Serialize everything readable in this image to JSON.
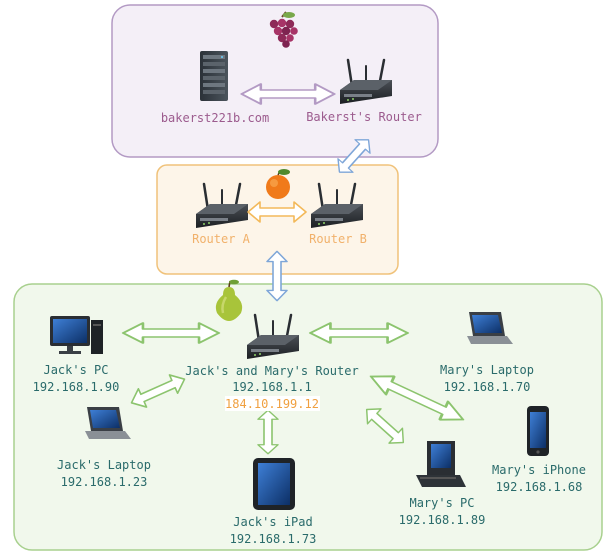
{
  "colors": {
    "isp_zone_fill": "#f4eff7",
    "isp_zone_stroke": "#b39ac4",
    "isp_text": "#9c5b8e",
    "transit_zone_fill": "#fdf5e9",
    "transit_zone_stroke": "#f0c27a",
    "transit_text": "#f1b16b",
    "home_zone_fill": "#f1f8ec",
    "home_zone_stroke": "#a8d08e",
    "home_text": "#2a6b6b",
    "public_ip_text": "#f0a040",
    "arrow_purple": "#b39ac4",
    "arrow_orange": "#f3b95a",
    "arrow_blue": "#7ea6d8",
    "arrow_green": "#8cc46e"
  },
  "zones": {
    "isp": {
      "icon": "grapes-icon",
      "server_label": "bakerst221b.com",
      "router_label": "Bakerst's Router"
    },
    "transit": {
      "icon": "orange-icon",
      "router_a_label": "Router A",
      "router_b_label": "Router B"
    },
    "home": {
      "icon": "pear-icon",
      "router": {
        "name": "Jack's and Mary's Router",
        "private_ip": "192.168.1.1",
        "public_ip": "184.10.199.12"
      },
      "devices": {
        "jacks_pc": {
          "name": "Jack's PC",
          "ip": "192.168.1.90",
          "icon": "desktop-pc-icon"
        },
        "jacks_laptop": {
          "name": "Jack's Laptop",
          "ip": "192.168.1.23",
          "icon": "laptop-icon"
        },
        "jacks_ipad": {
          "name": "Jack's iPad",
          "ip": "192.168.1.73",
          "icon": "tablet-icon"
        },
        "marys_pc": {
          "name": "Mary's PC",
          "ip": "192.168.1.89",
          "icon": "desktop-pc-icon"
        },
        "marys_iphone": {
          "name": "Mary's iPhone",
          "ip": "192.168.1.68",
          "icon": "smartphone-icon"
        },
        "marys_laptop": {
          "name": "Mary's Laptop",
          "ip": "192.168.1.70",
          "icon": "laptop-icon"
        }
      }
    }
  }
}
